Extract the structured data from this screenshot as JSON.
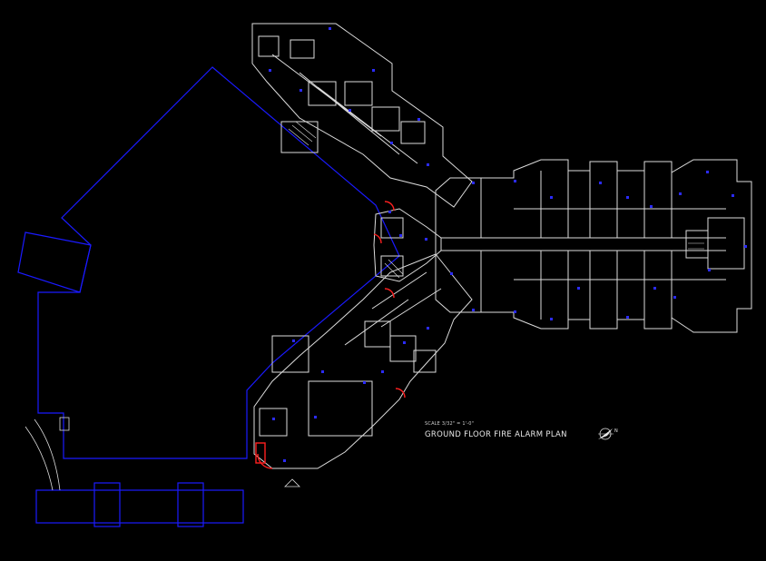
{
  "drawing": {
    "scale_note": "SCALE 3/32\" = 1'-0\"",
    "title": "GROUND FLOOR FIRE ALARM PLAN",
    "north_label": "N"
  },
  "colors": {
    "background": "#000000",
    "walls": "#dcdcdc",
    "outline": "#1a1aff",
    "devices": "#2b2bff",
    "egress": "#ff2020"
  }
}
